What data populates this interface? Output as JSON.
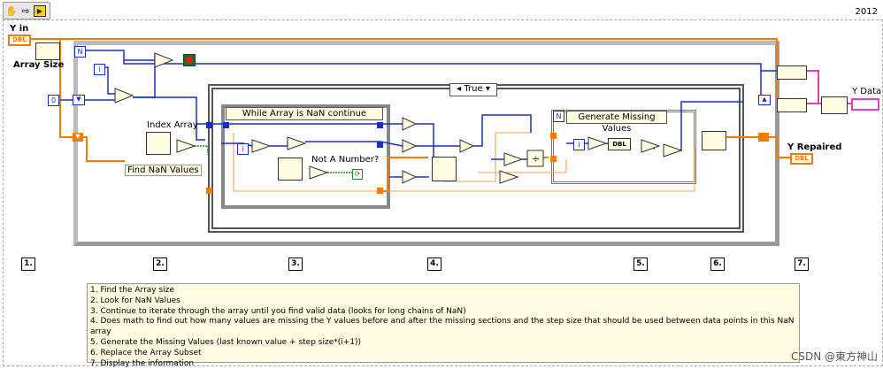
{
  "year_label": "2012",
  "controls": {
    "y_in": "Y in",
    "array_size": "Array Size",
    "index_array": "Index Array",
    "find_nan_values": "Find NaN Values",
    "not_a_number": "Not A Number?",
    "y_data": "Y Data",
    "y_repaired": "Y Repaired",
    "dbl": "DBL",
    "zero_const": "0",
    "i_label": "i",
    "n_label": "N"
  },
  "structures": {
    "case_selector": "True",
    "while_title": "While Array is NaN continue",
    "for_title": "Generate Missing Values"
  },
  "steps": [
    "1.",
    "2.",
    "3.",
    "4.",
    "5.",
    "6.",
    "7."
  ],
  "notes": [
    "1. Find the Array size",
    "2. Look for NaN Values",
    "3. Continue to iterate through the array until you find valid data (looks for long chains of NaN)",
    "4. Does math to find out how many values are missing the Y values before and after the missing sections and the step size that should be used between data points in this NaN array",
    "5. Generate the Missing Values (last known value + step size*(i+1))",
    "6. Replace the Array Subset",
    "7. Display the information"
  ],
  "watermark": "CSDN @東方神山",
  "colors": {
    "orange_wire": "#f07c00",
    "blue_wire": "#1a2fbf",
    "pink_wire": "#e040c0",
    "green_wire": "#2a8a2a",
    "note_bg": "#fffbe0"
  },
  "icons": [
    "hand-tool-icon",
    "run-arrow-icon",
    "run-continuous-icon"
  ]
}
